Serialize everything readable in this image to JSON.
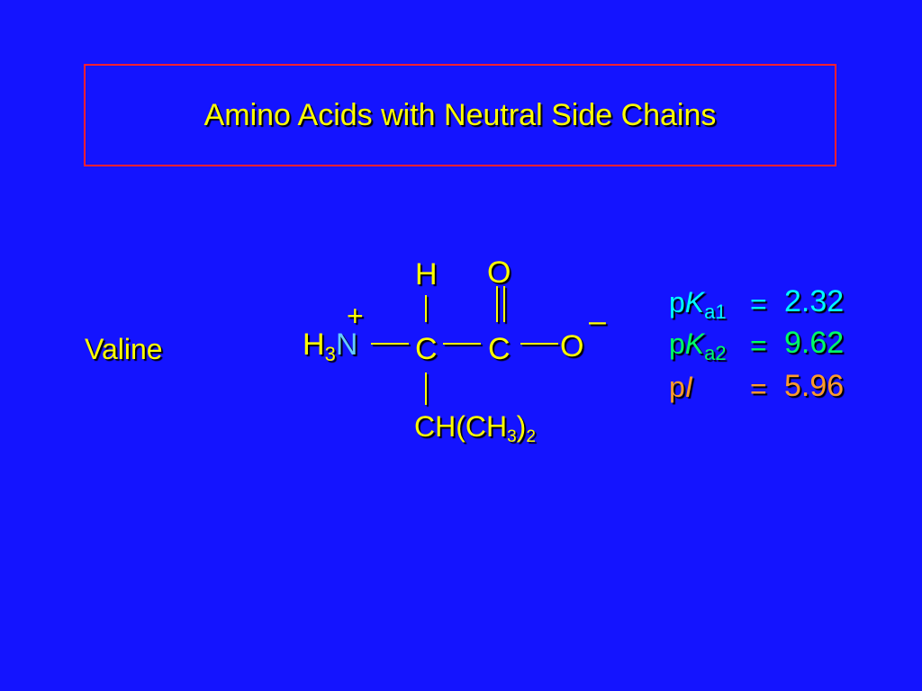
{
  "slide": {
    "title": "Amino Acids with Neutral Side Chains",
    "amino_acid_name": "Valine"
  },
  "structure": {
    "amine_H": "H",
    "amine_sub": "3",
    "amine_N": "N",
    "plus_charge": "+",
    "alpha_C": "C",
    "alpha_H": "H",
    "carbonyl_C": "C",
    "carbonyl_O": "O",
    "carboxylate_O": "O",
    "minus_charge": "–",
    "side_chain": {
      "part1": "CH(CH",
      "sub1": "3",
      "part2": ")",
      "sub2": "2"
    }
  },
  "constants": [
    {
      "p": "p",
      "symbol": "K",
      "sub": "a1",
      "eq": "=",
      "value": "2.32",
      "color": "#00ffff"
    },
    {
      "p": "p",
      "symbol": "K",
      "sub": "a2",
      "eq": "=",
      "value": "9.62",
      "color": "#00ff66"
    },
    {
      "p": "p",
      "symbol": "I",
      "sub": "",
      "eq": "=",
      "value": "5.96",
      "color": "#ff9b2b"
    }
  ],
  "colors": {
    "background": "#1414ff",
    "text": "#ffff00",
    "title_border": "#ff2030",
    "nitrogen": "#66ccff"
  }
}
